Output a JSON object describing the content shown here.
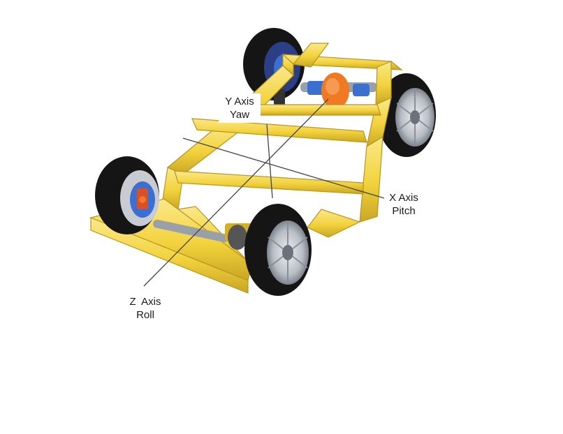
{
  "axes": {
    "y": {
      "name": "Y Axis",
      "motion": "Yaw"
    },
    "x": {
      "name": "X Axis",
      "motion": "Pitch"
    },
    "z": {
      "name": "Z  Axis",
      "motion": "Roll"
    }
  },
  "colors": {
    "frame": "#f2d23c",
    "frame_shadow": "#c9a625",
    "frame_highlight": "#fbe98a",
    "tire": "#151515",
    "rim": "#c8ccd2",
    "hub_blue": "#3b6fd0",
    "hub_red": "#d8502a",
    "differential": "#f07a22",
    "axis_line": "#444444"
  }
}
